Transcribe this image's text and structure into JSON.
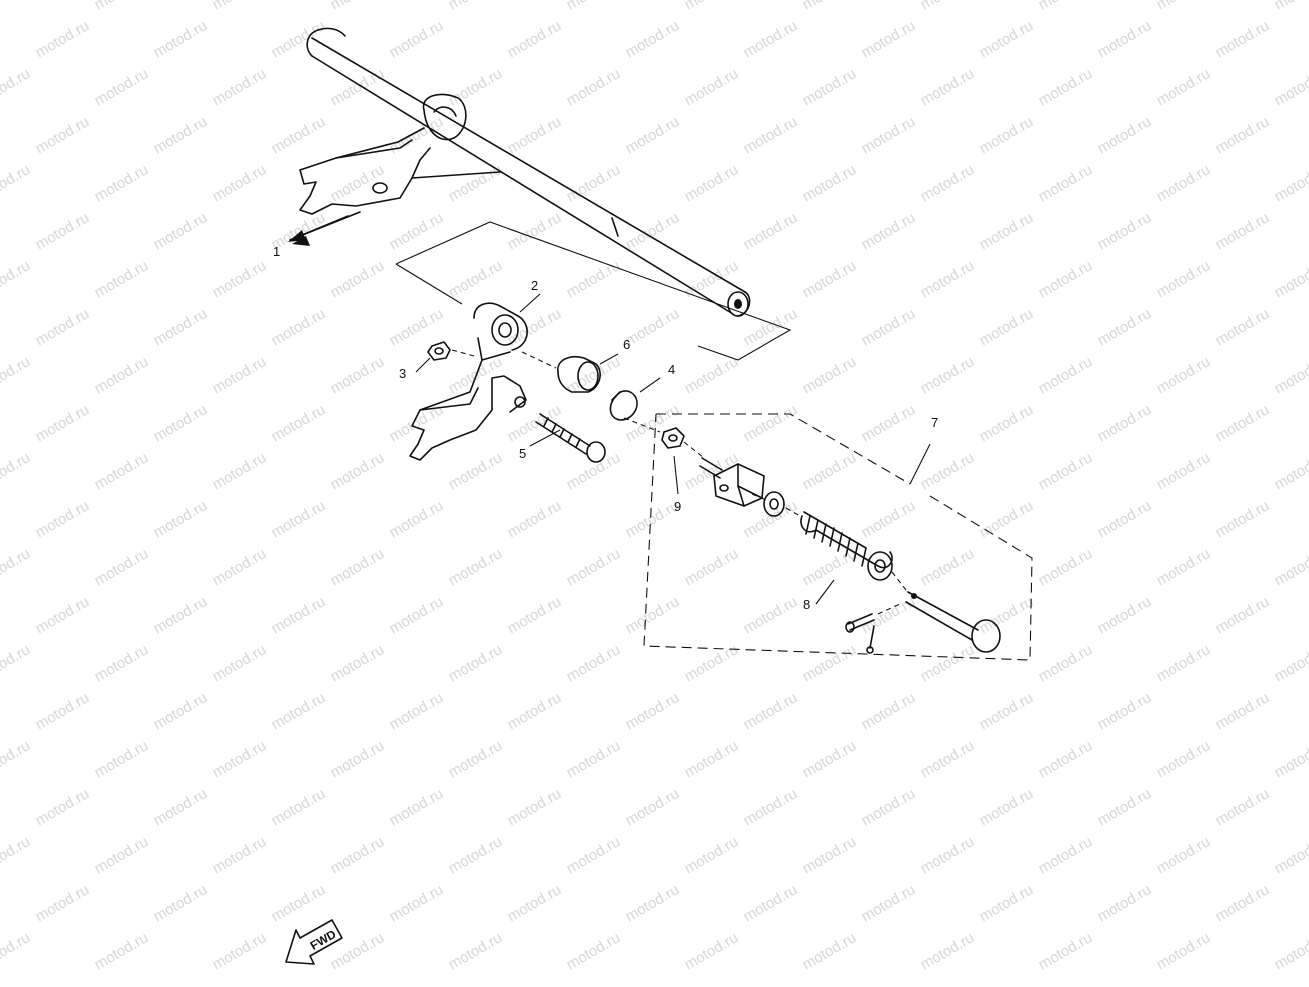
{
  "watermark": "motod.ru",
  "callouts": [
    {
      "id": "1",
      "label": "1"
    },
    {
      "id": "2",
      "label": "2"
    },
    {
      "id": "3",
      "label": "3"
    },
    {
      "id": "4",
      "label": "4"
    },
    {
      "id": "5",
      "label": "5"
    },
    {
      "id": "6",
      "label": "6"
    },
    {
      "id": "7",
      "label": "7"
    },
    {
      "id": "8",
      "label": "8"
    },
    {
      "id": "9",
      "label": "9"
    }
  ],
  "fwd_label": "FWD",
  "colors": {
    "line": "#111111",
    "watermark": "#d7d7d7",
    "background": "#ffffff"
  }
}
